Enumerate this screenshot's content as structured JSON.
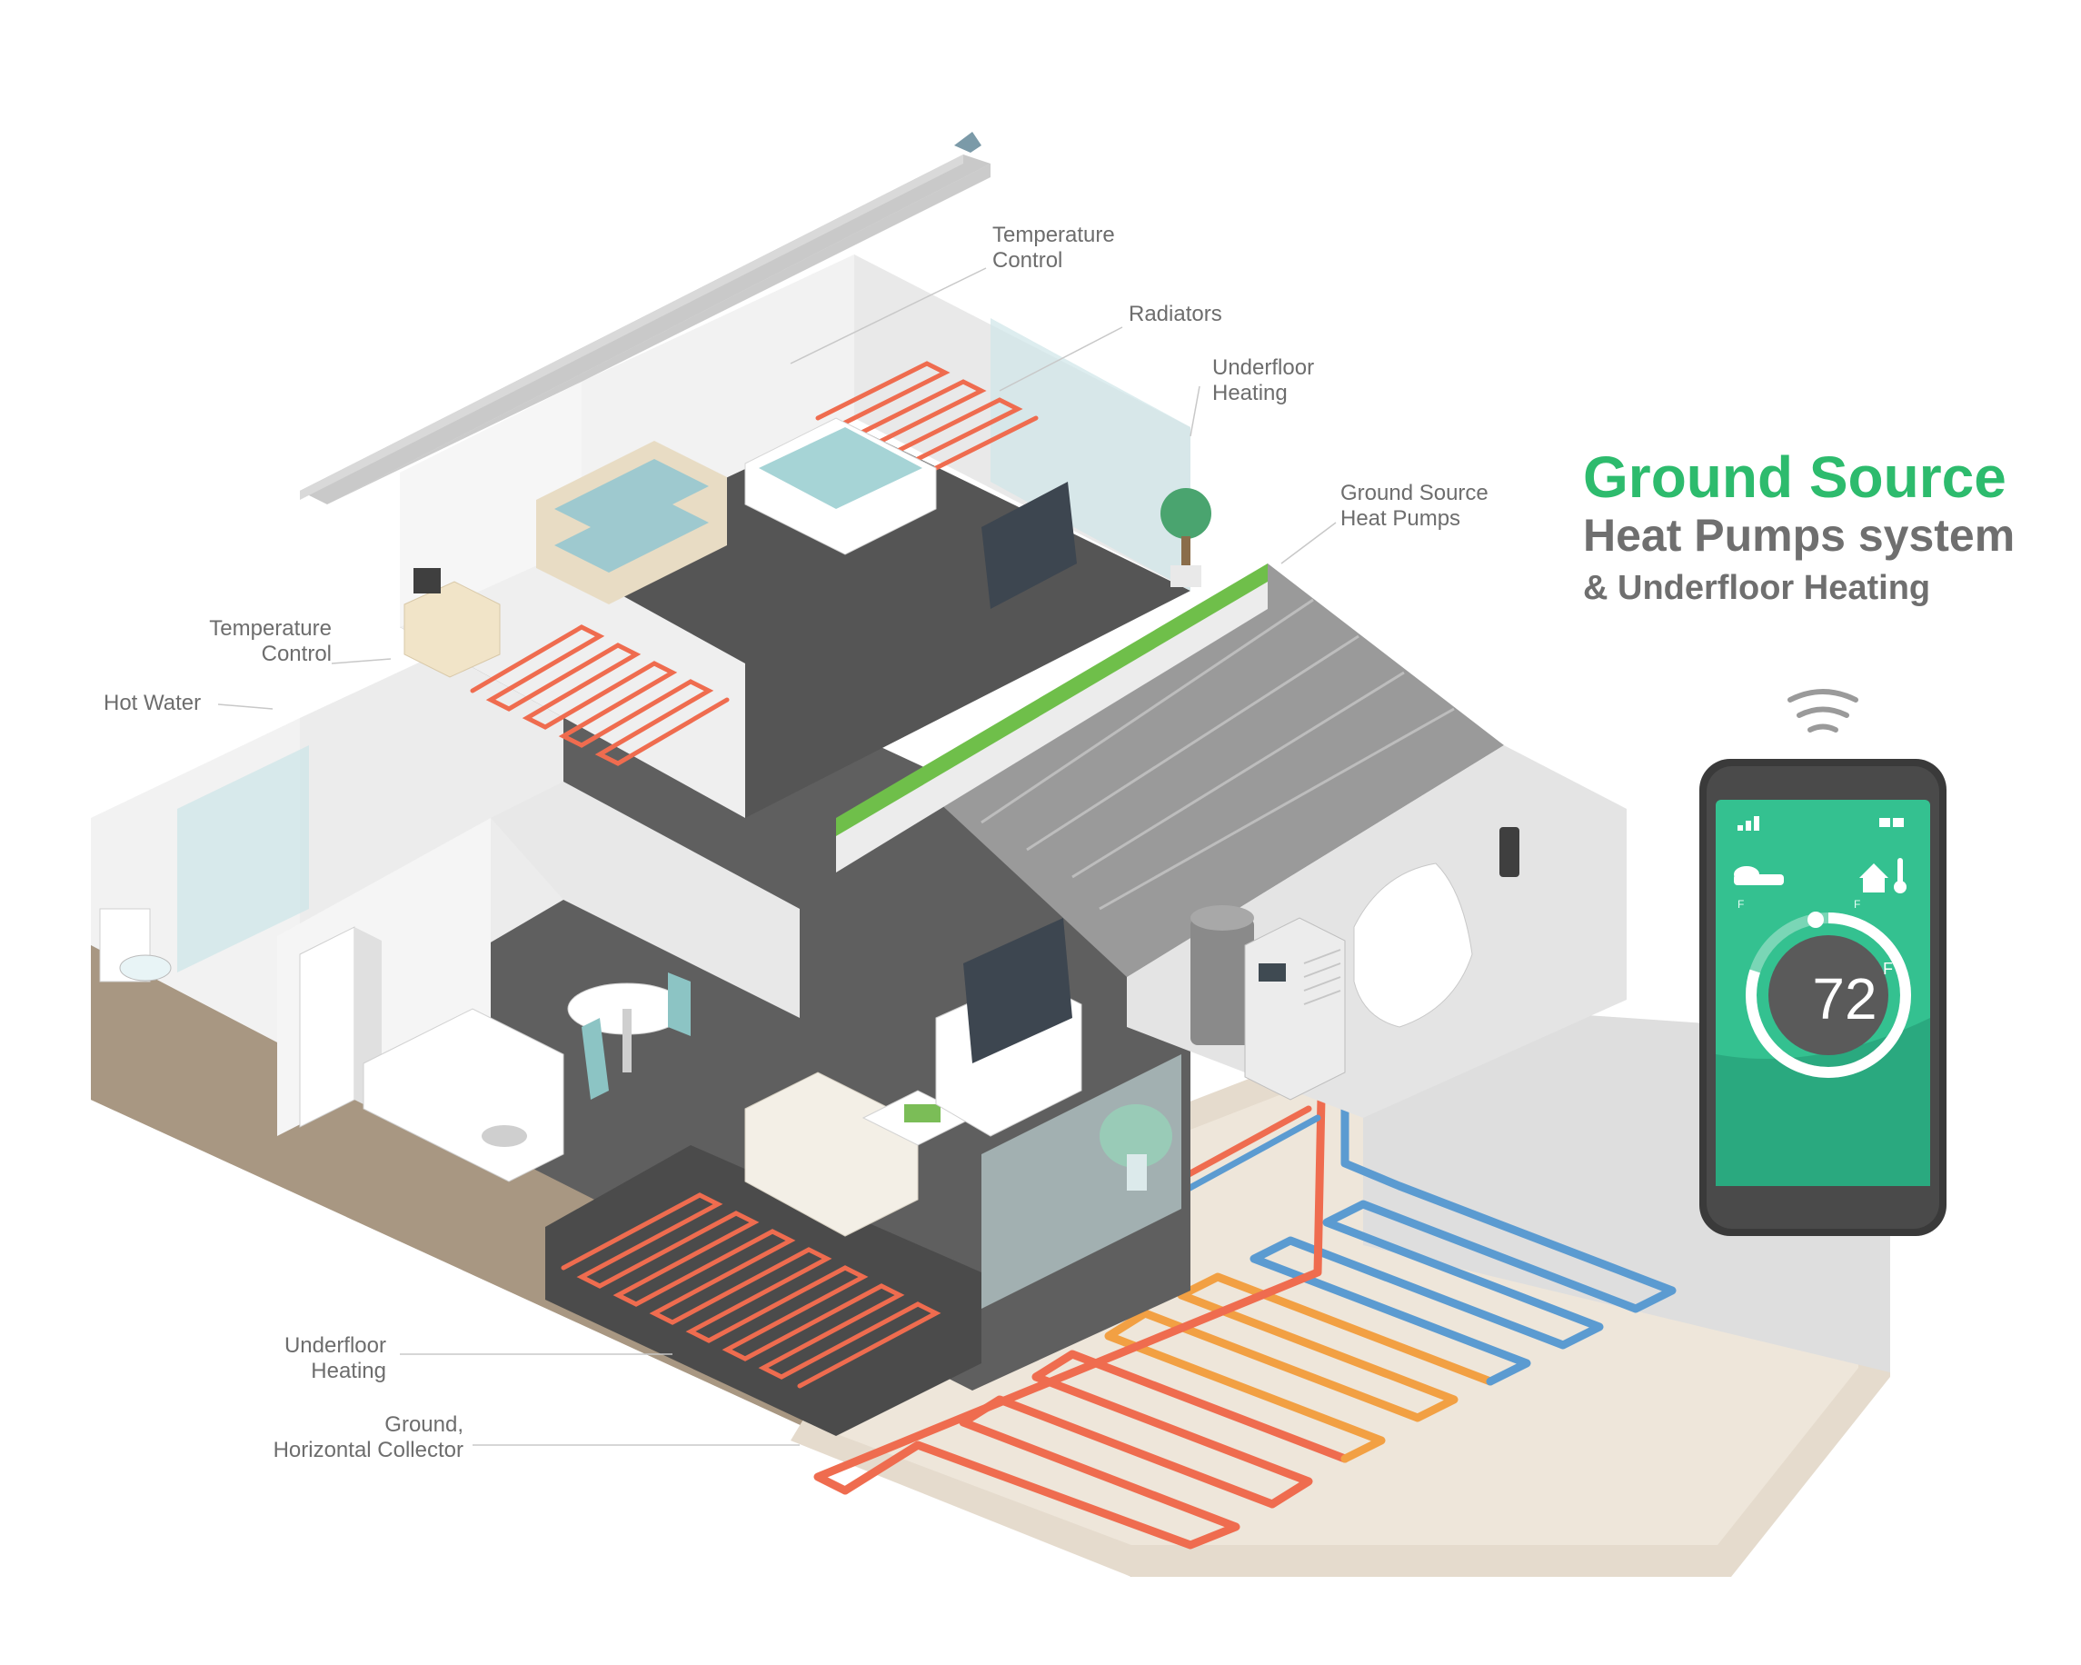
{
  "title": {
    "line1": "Ground Source",
    "line2": "Heat Pumps system",
    "line3": "& Underfloor Heating"
  },
  "labels": {
    "temperature_control_upper": "Temperature\nControl",
    "radiators": "Radiators",
    "underfloor_heating_upper": "Underfloor\nHeating",
    "ground_source_heat_pumps": "Ground Source\nHeat Pumps",
    "temperature_control_left": "Temperature\nControl",
    "hot_water": "Hot Water",
    "underfloor_heating_lower": "Underfloor\nHeating",
    "ground_horizontal_collector": "Ground,\nHorizontal Collector"
  },
  "phone": {
    "temperature": "72",
    "unit": "F",
    "scale_label_left": "F",
    "scale_label_right": "F",
    "dial_level": 0.8,
    "icons": [
      "signal-icon",
      "battery-icon",
      "weather-icon",
      "home-thermometer-icon",
      "wifi-icon"
    ]
  },
  "colors": {
    "title_green": "#2dbb6d",
    "title_gray": "#6f6f6f",
    "label_gray": "#6d6d6d",
    "pipe_hot": "#ef6c4f",
    "pipe_warm": "#f2a043",
    "pipe_cold": "#5b9bd1",
    "phone_screen": "#34c190",
    "roof": "#9a9a9a",
    "floor": "#5a5a5a",
    "ground": "#cbbca8"
  }
}
